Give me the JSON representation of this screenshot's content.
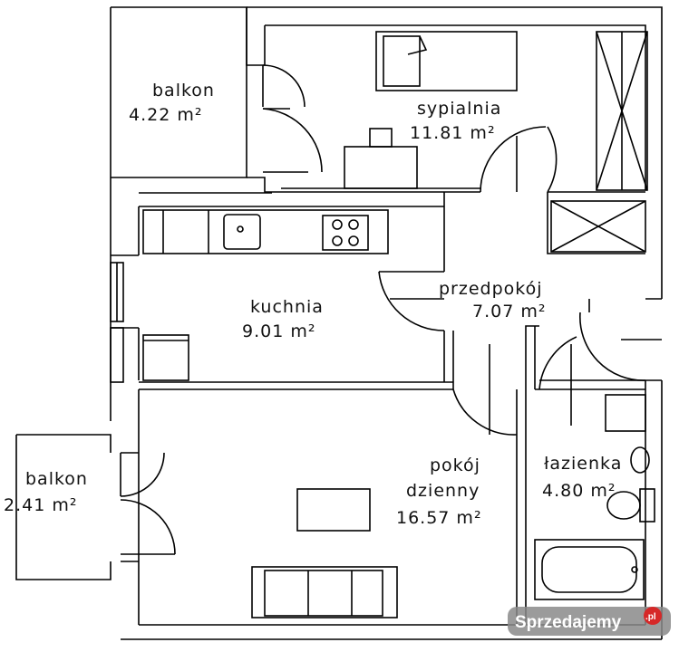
{
  "rooms": [
    {
      "id": "balkon_top",
      "name": "balkon",
      "area": "4.22 m²"
    },
    {
      "id": "sypialnia",
      "name": "sypialnia",
      "area": "11.81 m²"
    },
    {
      "id": "kuchnia",
      "name": "kuchnia",
      "area": "9.01 m²"
    },
    {
      "id": "przedpokoj",
      "name": "przedpokój",
      "area": "7.07 m²"
    },
    {
      "id": "balkon_left",
      "name": "balkon",
      "area": "2.41 m²"
    },
    {
      "id": "pokoj_dzienny",
      "name_line1": "pokój",
      "name_line2": "dzienny",
      "area": "16.57 m²"
    },
    {
      "id": "lazienka",
      "name": "łazienka",
      "area": "4.80 m²"
    }
  ],
  "watermark": {
    "brand": "Sprzedajemy",
    "tld": ".pl"
  }
}
